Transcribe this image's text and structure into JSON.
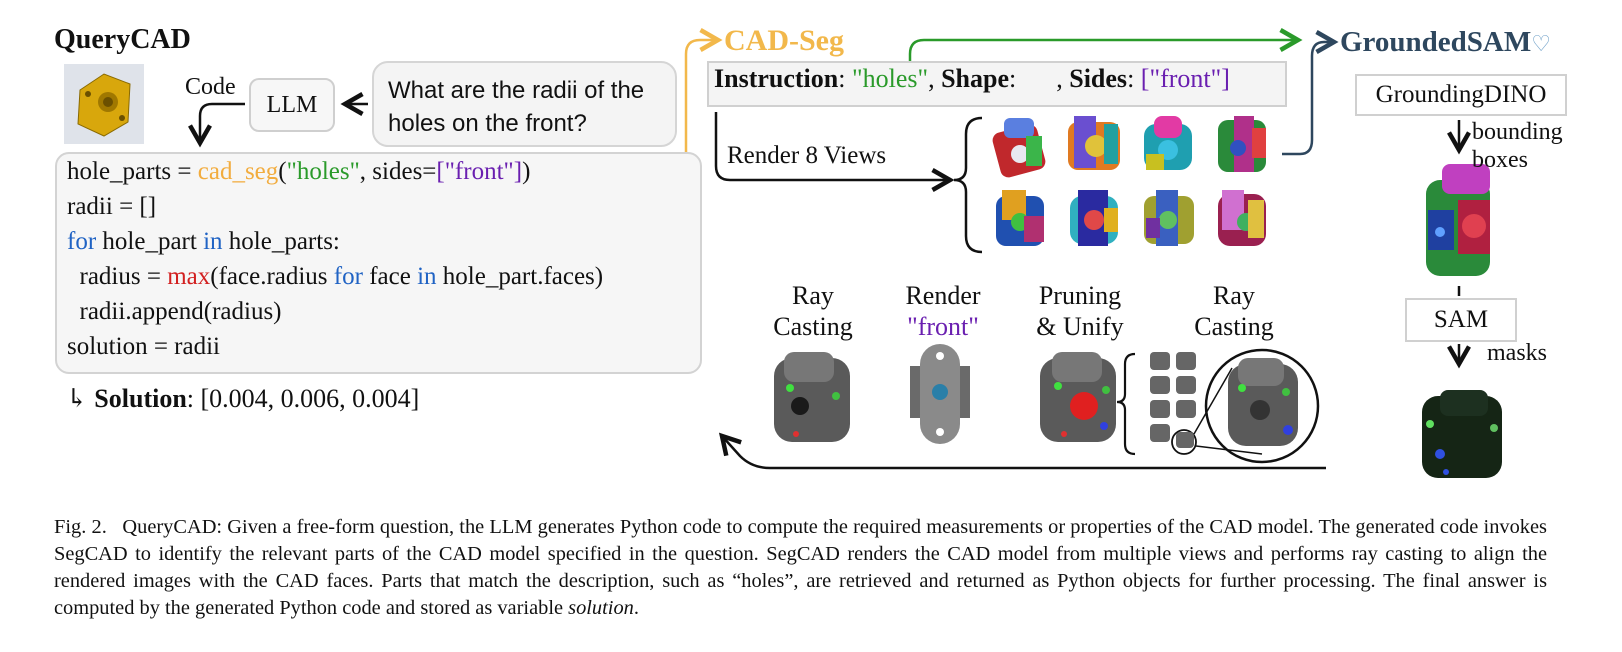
{
  "querycad": {
    "title": "QueryCAD",
    "code_label": "Code",
    "llm_label": "LLM",
    "question": "What are the radii of the holes on the front?",
    "code": {
      "line1": {
        "a": "hole_parts = ",
        "b": "cad_seg",
        "c": "(",
        "d": "\"holes\"",
        "e": ", sides=",
        "f": "[\"front\"]",
        "g": ")"
      },
      "line2": "radii = []",
      "line3": {
        "a": "for",
        "b": " hole_part ",
        "c": "in",
        "d": " hole_parts:"
      },
      "line4": {
        "a": "  radius = ",
        "b": "max",
        "c": "(face.radius ",
        "d": "for",
        "e": " face ",
        "f": "in",
        "g": " hole_part.faces)"
      },
      "line5": "  radii.append(radius)",
      "line6": "solution = radii"
    },
    "solution_arrow": "↳",
    "solution_label": "Solution",
    "solution_value": ": [0.004, 0.006, 0.004]"
  },
  "cadseg": {
    "title": "CAD-Seg",
    "instruction_label": "Instruction",
    "instruction_value": "\"holes\"",
    "shape_label": "Shape",
    "sides_label": "Sides",
    "sides_value": "[\"front\"]",
    "render_label": "Render 8 Views",
    "steps": [
      {
        "line1": "Ray",
        "line2": "Casting"
      },
      {
        "line1": "Render",
        "line2": "\"front\""
      },
      {
        "line1": "Pruning",
        "line2": "& Unify"
      },
      {
        "line1": "Ray",
        "line2": "Casting"
      }
    ]
  },
  "groundedsam": {
    "title": "GroundedSAM",
    "grounding_dino": "GroundingDINO",
    "bbox_label_1": "bounding",
    "bbox_label_2": "boxes",
    "sam": "SAM",
    "masks": "masks"
  },
  "caption": {
    "fig": "Fig. 2.",
    "text": "QueryCAD: Given a free-form question, the LLM generates Python code to compute the required measurements or properties of the CAD model. The generated code invokes SegCAD to identify the relevant parts of the CAD model specified in the question. SegCAD renders the CAD model from multiple views and performs ray casting to align the rendered images with the CAD faces. Parts that match the description, such as “holes”, are retrieved and returned as Python objects for further processing. The final answer is computed by the generated Python code and stored as variable",
    "italic": "solution",
    "end": "."
  },
  "colors": {
    "cadseg_orange": "#f2b84b",
    "green": "#2a9a2a",
    "purple": "#6a1fb0",
    "keyword_blue": "#2063c4",
    "builtin_red": "#d22020",
    "groundedsam_navy": "#2e475e"
  }
}
